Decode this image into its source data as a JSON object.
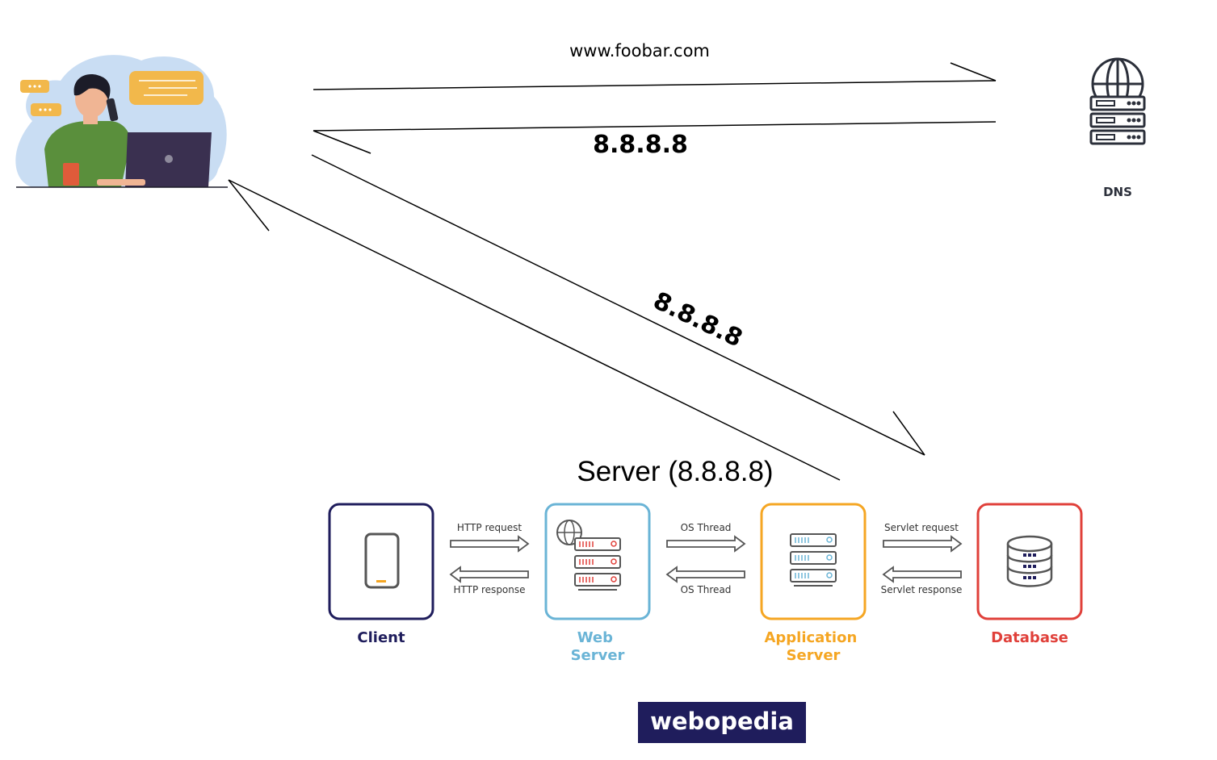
{
  "top": {
    "request_label": "www.foobar.com",
    "dns_reply_label": "8.8.8.8",
    "server_request_label": "8.8.8.8",
    "dns_label": "DNS"
  },
  "server_title": "Server (8.8.8.8)",
  "flow": {
    "nodes": [
      {
        "label_lines": [
          "Client"
        ],
        "color": "#1f1d5c"
      },
      {
        "label_lines": [
          "Web",
          "Server"
        ],
        "color": "#6ab4d6"
      },
      {
        "label_lines": [
          "Application",
          "Server"
        ],
        "color": "#f5a623"
      },
      {
        "label_lines": [
          "Database"
        ],
        "color": "#e0403a"
      }
    ],
    "links": [
      {
        "forward": "HTTP request",
        "back": "HTTP response"
      },
      {
        "forward": "OS Thread",
        "back": "OS Thread"
      },
      {
        "forward": "Servlet request",
        "back": "Servlet response"
      }
    ]
  },
  "logo_text": "webopedia",
  "colors": {
    "line": "#000000",
    "logo_bg": "#1f1d5c",
    "person_shirt": "#5a8f3c",
    "person_bg": "#c9ddf3",
    "bubble": "#f2b84b",
    "laptop": "#3a3050",
    "dns_icon": "#2b2f3a"
  }
}
